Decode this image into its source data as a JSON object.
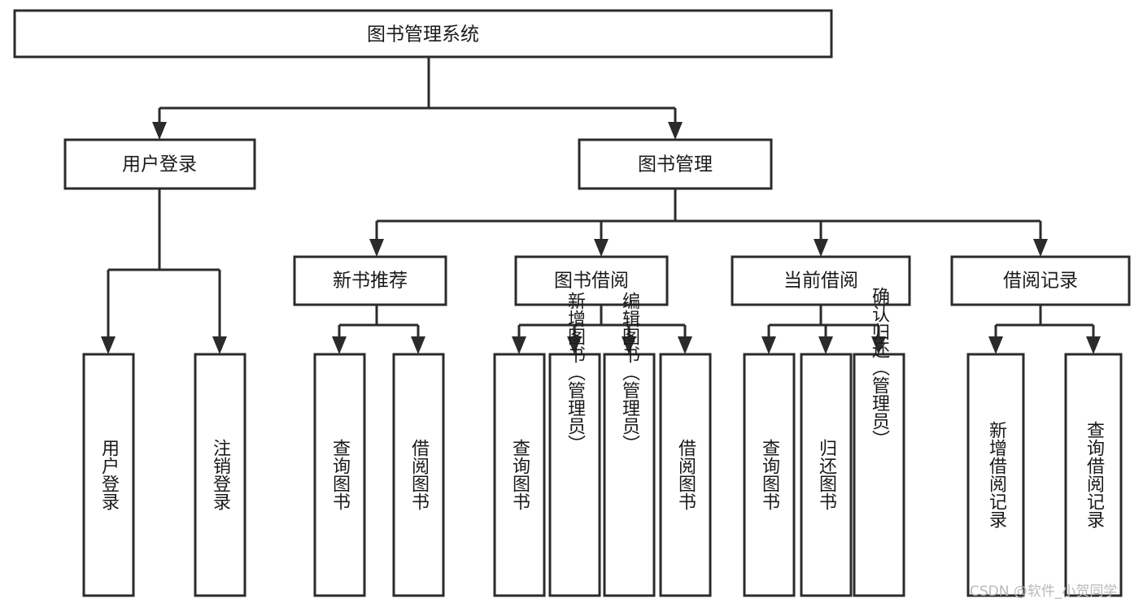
{
  "diagram": {
    "title": "图书管理系统",
    "watermark": "CSDN @软件_小贺同学",
    "colors": {
      "stroke": "#2b2b2b",
      "box_fill": "#ffffff",
      "text": "#1a1a1a",
      "background": "#ffffff",
      "watermark": "#b9b9b9"
    },
    "levels": {
      "root": {
        "label": "图书管理系统"
      },
      "level2": [
        {
          "label": "用户登录"
        },
        {
          "label": "图书管理"
        }
      ],
      "level3": [
        {
          "label": "新书推荐"
        },
        {
          "label": "图书借阅"
        },
        {
          "label": "当前借阅"
        },
        {
          "label": "借阅记录"
        }
      ],
      "leaves": [
        {
          "label": "用户登录",
          "parent": "用户登录"
        },
        {
          "label": "注销登录",
          "parent": "用户登录"
        },
        {
          "label": "查询图书",
          "parent": "新书推荐"
        },
        {
          "label": "借阅图书",
          "parent": "新书推荐"
        },
        {
          "label": "查询图书",
          "parent": "图书借阅"
        },
        {
          "label": "新增图书（管理员）",
          "parent": "图书借阅"
        },
        {
          "label": "编辑图书（管理员）",
          "parent": "图书借阅"
        },
        {
          "label": "借阅图书",
          "parent": "图书借阅"
        },
        {
          "label": "查询图书",
          "parent": "当前借阅"
        },
        {
          "label": "归还图书",
          "parent": "当前借阅"
        },
        {
          "label": "确认归还（管理员）",
          "parent": "当前借阅"
        },
        {
          "label": "新增借阅记录",
          "parent": "借阅记录"
        },
        {
          "label": "查询借阅记录",
          "parent": "借阅记录"
        }
      ]
    }
  },
  "chart_data": {
    "type": "diagram",
    "title": "图书管理系统",
    "hierarchy": {
      "name": "图书管理系统",
      "children": [
        {
          "name": "用户登录",
          "children": [
            {
              "name": "用户登录"
            },
            {
              "name": "注销登录"
            }
          ]
        },
        {
          "name": "图书管理",
          "children": [
            {
              "name": "新书推荐",
              "children": [
                {
                  "name": "查询图书"
                },
                {
                  "name": "借阅图书"
                }
              ]
            },
            {
              "name": "图书借阅",
              "children": [
                {
                  "name": "查询图书"
                },
                {
                  "name": "新增图书（管理员）"
                },
                {
                  "name": "编辑图书（管理员）"
                },
                {
                  "name": "借阅图书"
                }
              ]
            },
            {
              "name": "当前借阅",
              "children": [
                {
                  "name": "查询图书"
                },
                {
                  "name": "归还图书"
                },
                {
                  "name": "确认归还（管理员）"
                }
              ]
            },
            {
              "name": "借阅记录",
              "children": [
                {
                  "name": "新增借阅记录"
                },
                {
                  "name": "查询借阅记录"
                }
              ]
            }
          ]
        }
      ]
    }
  }
}
